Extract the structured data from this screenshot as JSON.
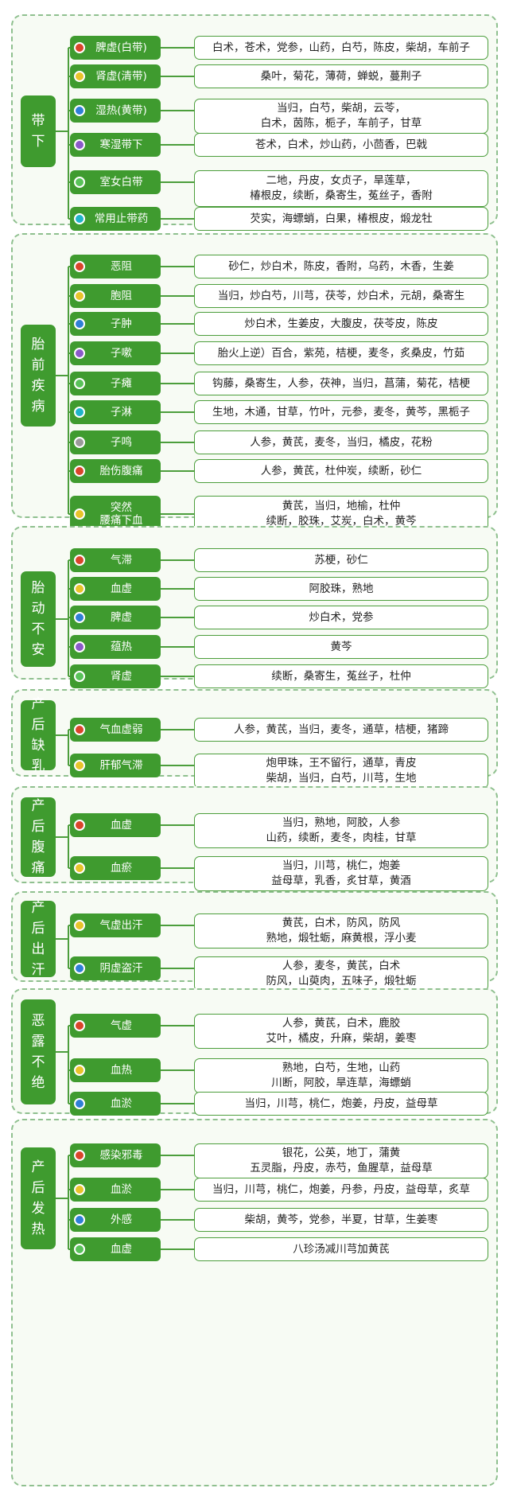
{
  "colors": {
    "green": "#3f9b2f",
    "dots": {
      "red": "#d9452b",
      "yellow": "#e8c32a",
      "blue": "#2f7fd6",
      "purple": "#8a5ac8",
      "green": "#59c259",
      "teal": "#1fb3c9",
      "gray": "#9a9a9a"
    }
  },
  "sections": [
    {
      "category": "带\n下",
      "rows": [
        {
          "label": "脾虚(白带)",
          "dot": "red",
          "herbs": "白术，苍术，党参，山药，白芍，陈皮，柴胡，车前子"
        },
        {
          "label": "肾虚(清带)",
          "dot": "yellow",
          "herbs": "桑叶，菊花，薄荷，蝉蜕，蔓荆子"
        },
        {
          "label": "湿热(黄带)",
          "dot": "blue",
          "herbs": "当归，白芍，柴胡，云苓，\n白术，茵陈，栀子，车前子，甘草"
        },
        {
          "label": "寒湿带下",
          "dot": "purple",
          "herbs": "苍术，白术，炒山药，小茴香，巴戟"
        },
        {
          "label": "室女白带",
          "dot": "green",
          "herbs": "二地，丹皮，女贞子，旱莲草，\n椿根皮，续断，桑寄生，菟丝子，香附"
        },
        {
          "label": "常用止带药",
          "dot": "teal",
          "herbs": "芡实，海螵蛸，白果，椿根皮，煅龙牡"
        }
      ]
    },
    {
      "category": "胎\n前\n疾\n病",
      "rows": [
        {
          "label": "恶阻",
          "dot": "red",
          "herbs": "砂仁，炒白术，陈皮，香附，乌药，木香，生姜"
        },
        {
          "label": "胞阻",
          "dot": "yellow",
          "herbs": "当归，炒白芍，川芎，茯苓，炒白术，元胡，桑寄生"
        },
        {
          "label": "子肿",
          "dot": "blue",
          "herbs": "炒白术，生姜皮，大腹皮，茯苓皮，陈皮"
        },
        {
          "label": "子嗽",
          "dot": "purple",
          "herbs": "胎火上逆）百合，紫苑，桔梗，麦冬，炙桑皮，竹茹"
        },
        {
          "label": "子瘫",
          "dot": "green",
          "herbs": "钩藤，桑寄生，人参，茯神，当归，菖蒲，菊花，桔梗"
        },
        {
          "label": "子淋",
          "dot": "teal",
          "herbs": "生地，木通，甘草，竹叶，元参，麦冬，黄芩，黑栀子"
        },
        {
          "label": "子鸣",
          "dot": "gray",
          "herbs": "人参，黄芪，麦冬，当归，橘皮，花粉"
        },
        {
          "label": "胎伤腹痛",
          "dot": "red",
          "herbs": "人参，黄芪，杜仲炭，续断，砂仁"
        },
        {
          "label": "突然\n腰痛下血",
          "dot": "yellow",
          "herbs": "黄芪，当归，地榆，杜仲\n续断，胶珠，艾炭，白术，黄芩"
        }
      ]
    },
    {
      "category": "胎\n动\n不\n安",
      "rows": [
        {
          "label": "气滞",
          "dot": "red",
          "herbs": "苏梗，砂仁"
        },
        {
          "label": "血虚",
          "dot": "yellow",
          "herbs": "阿胶珠，熟地"
        },
        {
          "label": "脾虚",
          "dot": "blue",
          "herbs": "炒白术，党参"
        },
        {
          "label": "蕴热",
          "dot": "purple",
          "herbs": "黄芩"
        },
        {
          "label": "肾虚",
          "dot": "green",
          "herbs": "续断，桑寄生，菟丝子，杜仲"
        }
      ]
    },
    {
      "category": "产\n后\n缺\n乳",
      "rows": [
        {
          "label": "气血虚弱",
          "dot": "red",
          "herbs": "人参，黄芪，当归，麦冬，通草，桔梗，猪蹄"
        },
        {
          "label": "肝郁气滞",
          "dot": "yellow",
          "herbs": "炮甲珠，王不留行，通草，青皮\n柴胡，当归，白芍，川芎，生地"
        }
      ]
    },
    {
      "category": "产\n后\n腹\n痛",
      "rows": [
        {
          "label": "血虚",
          "dot": "red",
          "herbs": "当归，熟地，阿胶，人参\n山药，续断，麦冬，肉桂，甘草"
        },
        {
          "label": "血瘀",
          "dot": "yellow",
          "herbs": "当归，川芎，桃仁，炮姜\n益母草，乳香，炙甘草，黄酒"
        }
      ]
    },
    {
      "category": "产\n后\n出\n汗",
      "rows": [
        {
          "label": "气虚出汗",
          "dot": "yellow",
          "herbs": "黄芪，白术，防风，防风\n熟地，煅牡蛎，麻黄根，浮小麦"
        },
        {
          "label": "阴虚盗汗",
          "dot": "blue",
          "herbs": "人参，麦冬，黄芪，白术\n防风，山萸肉，五味子，煅牡蛎"
        }
      ]
    },
    {
      "category": "恶\n露\n不\n绝",
      "rows": [
        {
          "label": "气虚",
          "dot": "red",
          "herbs": "人参，黄芪，白术，鹿胶\n艾叶，橘皮，升麻，柴胡，姜枣"
        },
        {
          "label": "血热",
          "dot": "yellow",
          "herbs": "熟地，白芍，生地，山药\n川断，阿胶，旱连草，海螵蛸"
        },
        {
          "label": "血淤",
          "dot": "blue",
          "herbs": "当归，川芎，桃仁，炮姜，丹皮，益母草"
        }
      ]
    },
    {
      "category": "产\n后\n发\n热",
      "rows": [
        {
          "label": "感染邪毒",
          "dot": "red",
          "herbs": "银花，公英，地丁，蒲黄\n五灵脂，丹皮，赤芍，鱼腥草，益母草"
        },
        {
          "label": "血淤",
          "dot": "yellow",
          "herbs": "当归，川芎，桃仁，炮姜，丹参，丹皮，益母草，炙草"
        },
        {
          "label": "外感",
          "dot": "blue",
          "herbs": "柴胡，黄芩，党参，半夏，甘草，生姜枣"
        },
        {
          "label": "血虚",
          "dot": "green",
          "herbs": "八珍汤减川芎加黄芪"
        }
      ]
    }
  ]
}
